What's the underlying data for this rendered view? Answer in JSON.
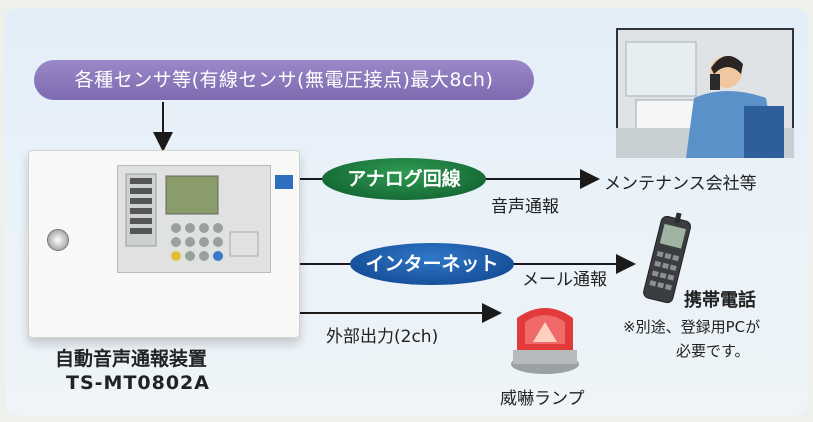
{
  "sensor_pill": "各種センサ等(有線センサ(無電圧接点)最大8ch)",
  "analog_line": "アナログ回線",
  "voice_report": "音声通報",
  "maintenance": "メンテナンス会社等",
  "internet": "インターネット",
  "mail_report": "メール通報",
  "mobile_phone": "携帯電話",
  "note_line1": "※別途、登録用PCが",
  "note_line2": "必要です。",
  "external_output": "外部出力(2ch)",
  "device_name": "自動音声通報装置",
  "device_model": "TS-MT0802A",
  "lamp_label": "威嚇ランプ"
}
